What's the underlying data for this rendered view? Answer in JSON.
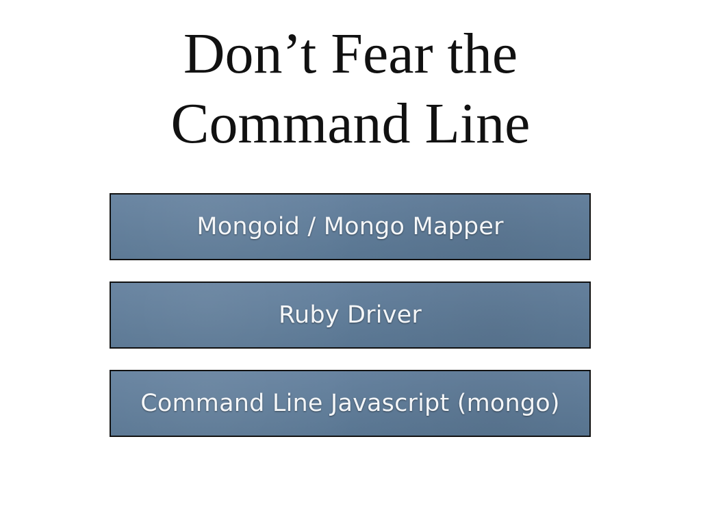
{
  "slide": {
    "title_line_1": "Don’t Fear the",
    "title_line_2": "Command Line"
  },
  "layers": [
    {
      "label": "Mongoid / Mongo Mapper"
    },
    {
      "label": "Ruby Driver"
    },
    {
      "label": "Command Line Javascript (mongo)"
    }
  ],
  "colors": {
    "background": "#ffffff",
    "title_text": "#111111",
    "box_fill": "#5f7b98",
    "box_border": "#111111",
    "box_text": "#f4f6f8"
  }
}
